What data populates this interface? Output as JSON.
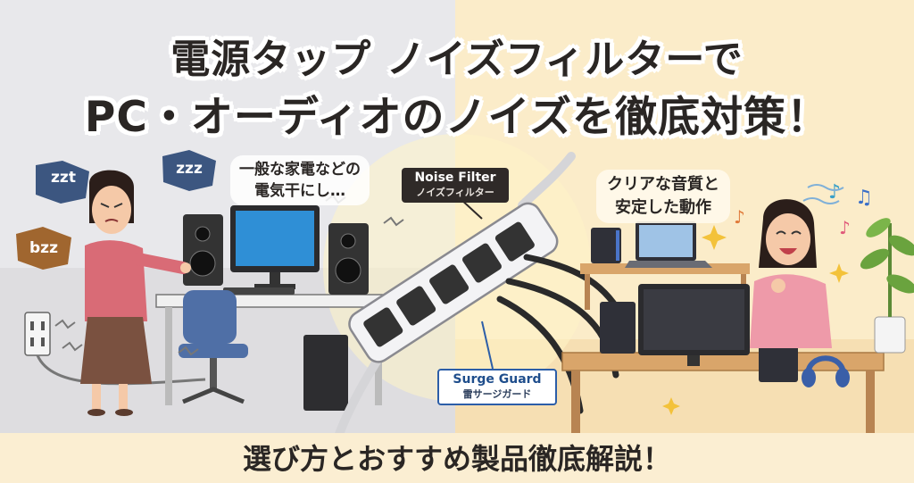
{
  "title": {
    "line1": "電源タップ ノイズフィルターで",
    "line2": "PC・オーディオのノイズを徹底対策！"
  },
  "subtitle": "選び方とおすすめ製品徹底解説！",
  "left_scene": {
    "speech_line1": "一般な家電などの",
    "speech_line2": "電気干にし…",
    "sound_zzt": "zzt",
    "sound_zzz": "zzz",
    "sound_bzz": "bzz"
  },
  "right_scene": {
    "speech_line1": "クリアな音質と",
    "speech_line2": "安定した動作"
  },
  "labels": {
    "noise_filter_en": "Noise Filter",
    "noise_filter_jp": "ノイズフィルター",
    "surge_guard_en": "Surge Guard",
    "surge_guard_jp": "雷サージガード"
  },
  "colors": {
    "left_bg": "#e9e9ec",
    "right_bg": "#fbeccb",
    "desk": "#d9a56a",
    "accent_blue": "#2c5ea8",
    "subtitle_band": "#fbeed2"
  }
}
